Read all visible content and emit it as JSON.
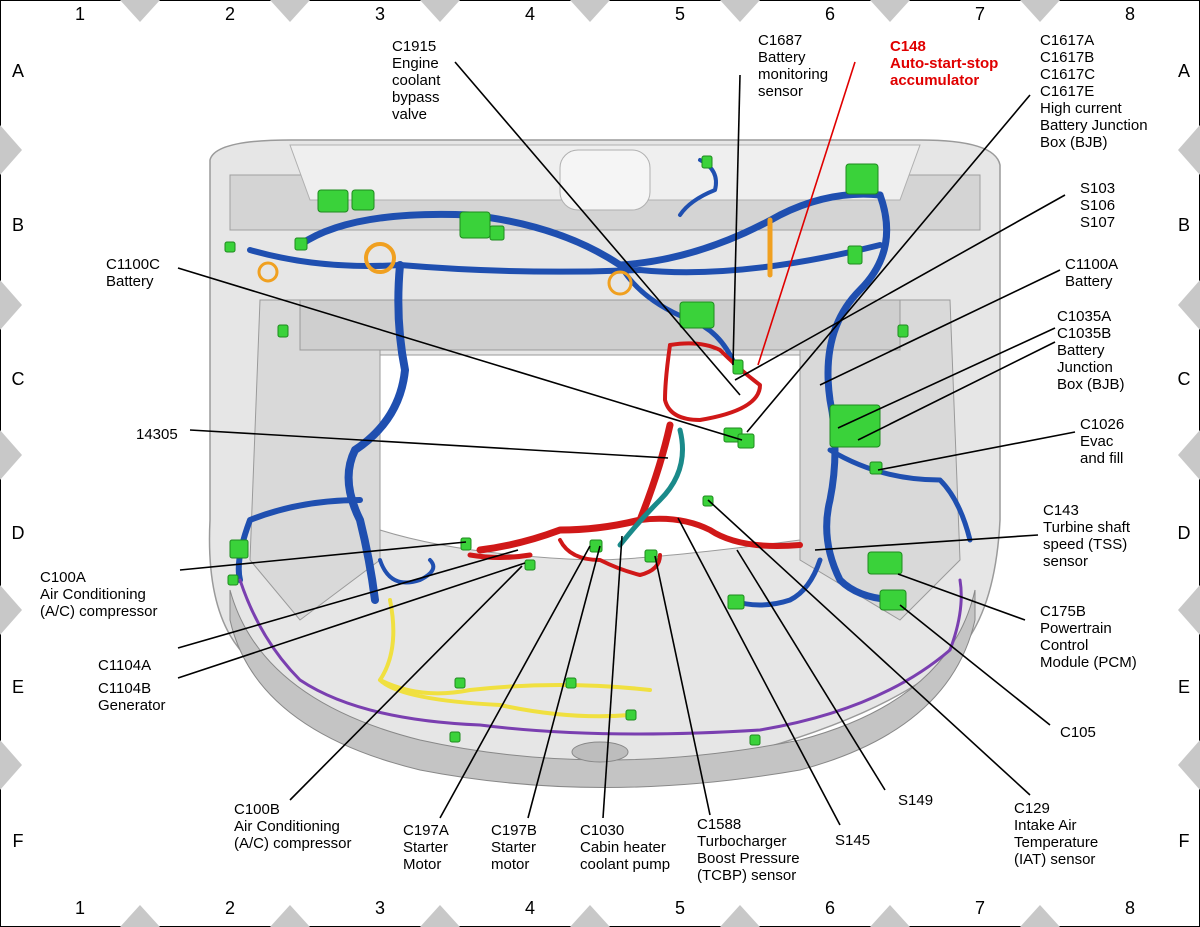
{
  "grid": {
    "columns": [
      "1",
      "2",
      "3",
      "4",
      "5",
      "6",
      "7",
      "8"
    ],
    "rows": [
      "A",
      "B",
      "C",
      "D",
      "E",
      "F"
    ]
  },
  "callouts": {
    "c1915": "C1915\nEngine\ncoolant\nbypass\nvalve",
    "c1687": "C1687\nBattery\nmonitoring\nsensor",
    "c148": "C148\nAuto-start-stop\naccumulator",
    "c1617": "C1617A\nC1617B\nC1617C\nC1617E\nHigh current\nBattery Junction\nBox (BJB)",
    "s103": "S103\nS106\nS107",
    "c1100c": "C1100C\nBattery",
    "c1100a": "C1100A\nBattery",
    "c1035": "C1035A\nC1035B\nBattery\nJunction\nBox (BJB)",
    "n14305": "14305",
    "c1026": "C1026\nEvac\nand fill",
    "c143": "C143\nTurbine shaft\nspeed (TSS)\nsensor",
    "c100a": "C100A\nAir Conditioning\n(A/C) compressor",
    "c175b": "C175B\nPowertrain\nControl\nModule (PCM)",
    "c1104a": "C1104A",
    "c1104b": "C1104B\nGenerator",
    "c105": "C105",
    "c100b": "C100B\nAir Conditioning\n(A/C) compressor",
    "c197a": "C197A\nStarter\nMotor",
    "c197b": "C197B\nStarter\nmotor",
    "c1030": "C1030\nCabin heater\ncoolant pump",
    "c1588": "C1588\nTurbocharger\nBoost Pressure\n(TCBP) sensor",
    "s145": "S145",
    "s149": "S149",
    "c129": "C129\nIntake Air\nTemperature\n(IAT) sensor"
  },
  "colors": {
    "harness_blue": "#1f4fb0",
    "harness_red": "#d01818",
    "harness_yellow": "#f0e040",
    "harness_purple": "#7a3fb0",
    "connector_green": "#3ad23a",
    "callout_red": "#e00000"
  }
}
